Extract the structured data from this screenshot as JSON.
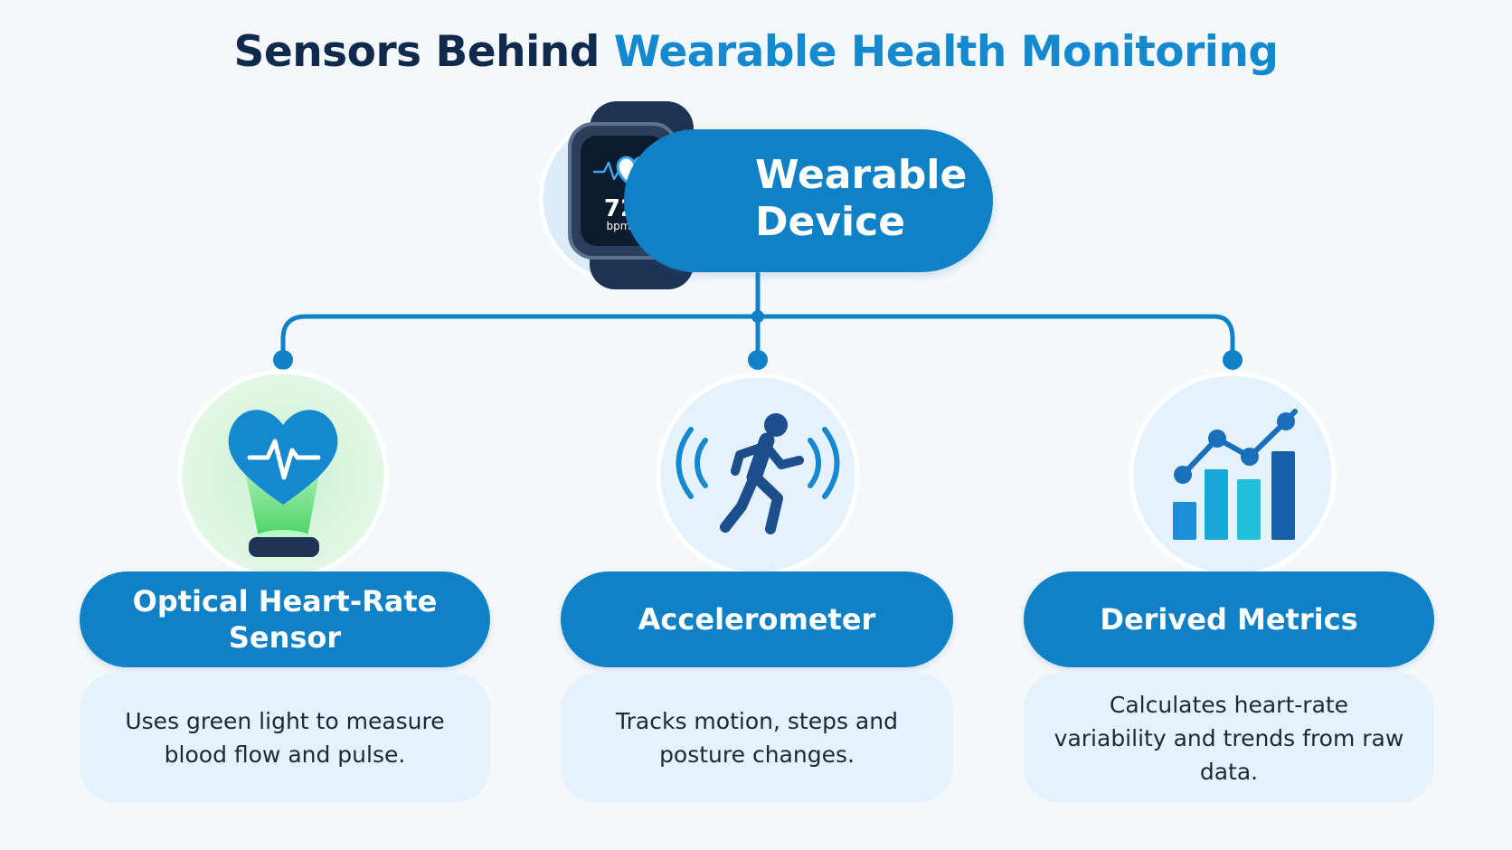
{
  "title": {
    "part1": "Sensors Behind ",
    "part2": "Wearable Health Monitoring"
  },
  "device": {
    "label": "Wearable Device",
    "watch_value": "72",
    "watch_unit": "bpm",
    "icon": "smartwatch-icon"
  },
  "nodes": [
    {
      "title": "Optical Heart-Rate Sensor",
      "description": "Uses green light to measure blood flow and pulse.",
      "icon": "heart-rate-sensor-icon"
    },
    {
      "title": "Accelerometer",
      "description": "Tracks motion, steps and posture changes.",
      "icon": "running-person-icon"
    },
    {
      "title": "Derived Metrics",
      "description": "Calculates heart-rate variability and trends from raw data.",
      "icon": "trend-chart-icon"
    }
  ],
  "colors": {
    "primary": "#1081c6",
    "navy": "#0f2a4d",
    "title_accent": "#1589cf",
    "desc_bg": "#e5f2fb",
    "sensor_green": "#3fd35a",
    "circle_bg": "#e6f2fb"
  }
}
